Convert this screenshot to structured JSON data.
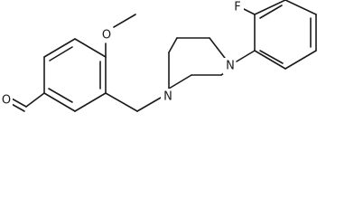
{
  "molecule": {
    "atoms": {
      "oxygen_aldehyde": "O",
      "oxygen_methoxy": "O",
      "nitrogen_benzyl": "N",
      "nitrogen_aryl": "N",
      "fluorine": "F"
    },
    "colors": {
      "bond": "#1a1a1a",
      "background": "#ffffff"
    }
  }
}
